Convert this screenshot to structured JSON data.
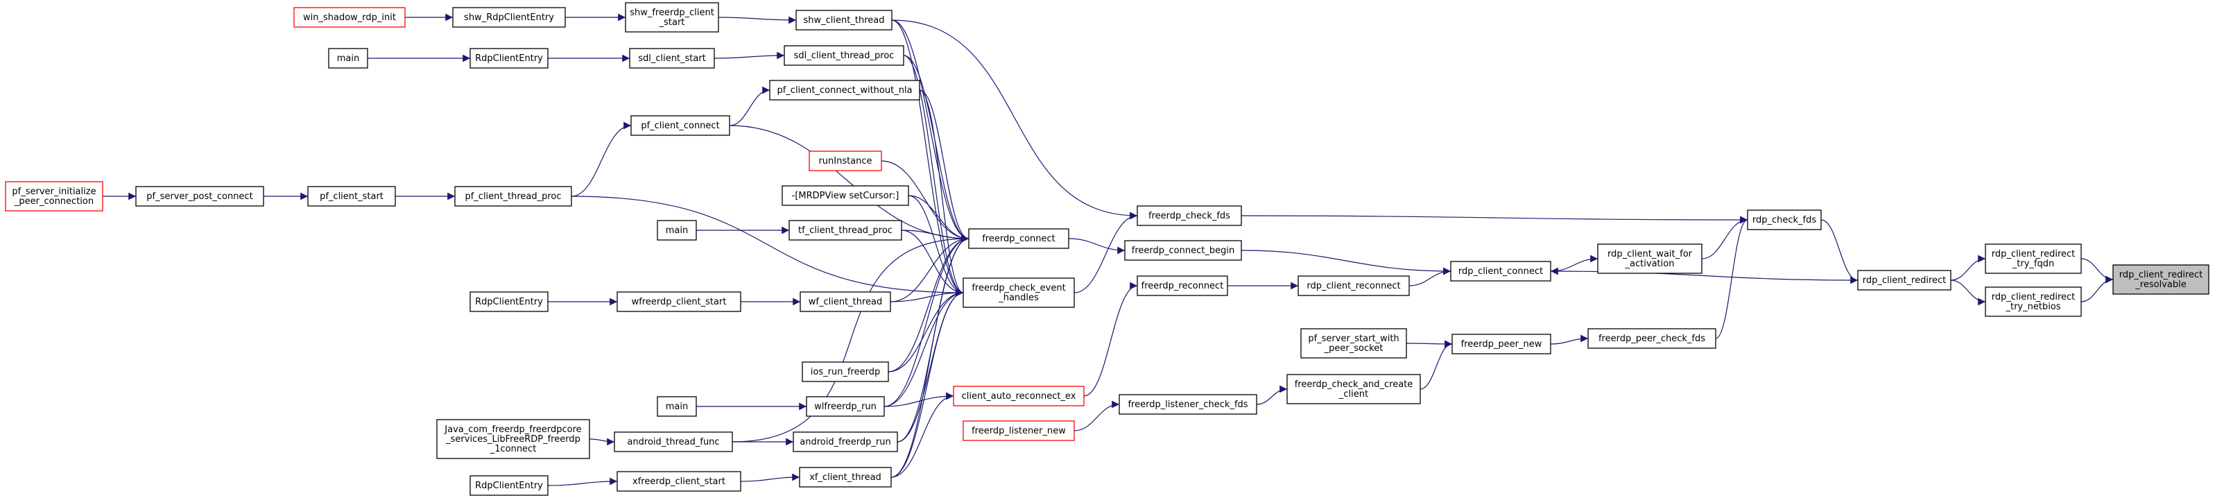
{
  "diagram": {
    "type": "call-graph",
    "colors": {
      "edge": "#191970",
      "node_border": "#000000",
      "truncated_node_border": "#ff0000",
      "current_node_fill": "#bfbfbf",
      "background": "#ffffff"
    },
    "nodes": [
      {
        "id": "n1",
        "lines": [
          "rdp_client_redirect",
          "_resolvable"
        ],
        "style": "current"
      },
      {
        "id": "n2",
        "lines": [
          "rdp_client_redirect",
          "_try_fqdn"
        ]
      },
      {
        "id": "n3",
        "lines": [
          "rdp_client_redirect",
          "_try_netbios"
        ]
      },
      {
        "id": "n4",
        "lines": [
          "rdp_client_redirect"
        ]
      },
      {
        "id": "n5",
        "lines": [
          "rdp_check_fds"
        ]
      },
      {
        "id": "n6",
        "lines": [
          "rdp_client_wait_for",
          "_activation"
        ]
      },
      {
        "id": "n7",
        "lines": [
          "rdp_client_connect"
        ]
      },
      {
        "id": "n8",
        "lines": [
          "freerdp_peer_check_fds"
        ]
      },
      {
        "id": "n9",
        "lines": [
          "freerdp_check_fds"
        ]
      },
      {
        "id": "n10",
        "lines": [
          "freerdp_connect_begin"
        ]
      },
      {
        "id": "n11",
        "lines": [
          "rdp_client_reconnect"
        ]
      },
      {
        "id": "n12",
        "lines": [
          "freerdp_peer_new"
        ]
      },
      {
        "id": "n13",
        "lines": [
          "freerdp_reconnect"
        ]
      },
      {
        "id": "n14",
        "lines": [
          "pf_server_start_with",
          "_peer_socket"
        ]
      },
      {
        "id": "n15",
        "lines": [
          "freerdp_check_and_create",
          "_client"
        ]
      },
      {
        "id": "n16",
        "lines": [
          "freerdp_listener_check_fds"
        ]
      },
      {
        "id": "n17",
        "lines": [
          "freerdp_listener_new"
        ],
        "style": "truncated"
      },
      {
        "id": "n18",
        "lines": [
          "freerdp_connect"
        ]
      },
      {
        "id": "n19",
        "lines": [
          "freerdp_check_event",
          "_handles"
        ]
      },
      {
        "id": "n20",
        "lines": [
          "client_auto_reconnect_ex"
        ],
        "style": "truncated"
      },
      {
        "id": "n21",
        "lines": [
          "shw_client_thread"
        ]
      },
      {
        "id": "n22",
        "lines": [
          "sdl_client_thread_proc"
        ]
      },
      {
        "id": "n23",
        "lines": [
          "pf_client_connect_without_nla"
        ]
      },
      {
        "id": "n24",
        "lines": [
          "runInstance"
        ],
        "style": "truncated"
      },
      {
        "id": "n25",
        "lines": [
          "-[MRDPView setCursor:]"
        ]
      },
      {
        "id": "n26",
        "lines": [
          "tf_client_thread_proc"
        ]
      },
      {
        "id": "n27",
        "lines": [
          "wf_client_thread"
        ]
      },
      {
        "id": "n28",
        "lines": [
          "ios_run_freerdp"
        ]
      },
      {
        "id": "n29",
        "lines": [
          "wlfreerdp_run"
        ]
      },
      {
        "id": "n30",
        "lines": [
          "android_freerdp_run"
        ]
      },
      {
        "id": "n31",
        "lines": [
          "xf_client_thread"
        ]
      },
      {
        "id": "n32",
        "lines": [
          "shw_freerdp_client",
          "_start"
        ]
      },
      {
        "id": "n33",
        "lines": [
          "sdl_client_start"
        ]
      },
      {
        "id": "n34",
        "lines": [
          "pf_client_connect"
        ]
      },
      {
        "id": "n35",
        "lines": [
          "pf_client_thread_proc"
        ]
      },
      {
        "id": "n36",
        "lines": [
          "main"
        ]
      },
      {
        "id": "n37",
        "lines": [
          "wfreerdp_client_start"
        ]
      },
      {
        "id": "n38",
        "lines": [
          "main"
        ]
      },
      {
        "id": "n39",
        "lines": [
          "android_thread_func"
        ]
      },
      {
        "id": "n40",
        "lines": [
          "xfreerdp_client_start"
        ]
      },
      {
        "id": "n41",
        "lines": [
          "shw_RdpClientEntry"
        ]
      },
      {
        "id": "n42",
        "lines": [
          "RdpClientEntry"
        ]
      },
      {
        "id": "n43",
        "lines": [
          "pf_client_start"
        ]
      },
      {
        "id": "n44",
        "lines": [
          "RdpClientEntry"
        ]
      },
      {
        "id": "n45",
        "lines": [
          "Java_com_freerdp_freerdpcore",
          "_services_LibFreeRDP_freerdp",
          "_1connect"
        ]
      },
      {
        "id": "n46",
        "lines": [
          "RdpClientEntry"
        ]
      },
      {
        "id": "n47",
        "lines": [
          "win_shadow_rdp_init"
        ],
        "style": "truncated"
      },
      {
        "id": "n48",
        "lines": [
          "main"
        ]
      },
      {
        "id": "n49",
        "lines": [
          "pf_server_post_connect"
        ]
      },
      {
        "id": "n50",
        "lines": [
          "pf_server_initialize",
          "_peer_connection"
        ],
        "style": "truncated"
      }
    ],
    "edges": [
      [
        "n2",
        "n1"
      ],
      [
        "n3",
        "n1"
      ],
      [
        "n4",
        "n2"
      ],
      [
        "n4",
        "n3"
      ],
      [
        "n5",
        "n4"
      ],
      [
        "n6",
        "n5"
      ],
      [
        "n7",
        "n6"
      ],
      [
        "n4",
        "n7"
      ],
      [
        "n8",
        "n5"
      ],
      [
        "n9",
        "n5"
      ],
      [
        "n10",
        "n7"
      ],
      [
        "n11",
        "n7"
      ],
      [
        "n12",
        "n8"
      ],
      [
        "n13",
        "n11"
      ],
      [
        "n14",
        "n12"
      ],
      [
        "n15",
        "n12"
      ],
      [
        "n16",
        "n15"
      ],
      [
        "n17",
        "n16"
      ],
      [
        "n18",
        "n10"
      ],
      [
        "n19",
        "n9"
      ],
      [
        "n20",
        "n13"
      ],
      [
        "n21",
        "n18"
      ],
      [
        "n22",
        "n18"
      ],
      [
        "n23",
        "n18"
      ],
      [
        "n34",
        "n18"
      ],
      [
        "n24",
        "n18"
      ],
      [
        "n25",
        "n18"
      ],
      [
        "n26",
        "n18"
      ],
      [
        "n27",
        "n18"
      ],
      [
        "n28",
        "n18"
      ],
      [
        "n29",
        "n18"
      ],
      [
        "n30",
        "n18"
      ],
      [
        "n31",
        "n18"
      ],
      [
        "n39",
        "n18"
      ],
      [
        "n21",
        "n19"
      ],
      [
        "n22",
        "n19"
      ],
      [
        "n23",
        "n19"
      ],
      [
        "n25",
        "n19"
      ],
      [
        "n26",
        "n19"
      ],
      [
        "n27",
        "n19"
      ],
      [
        "n28",
        "n19"
      ],
      [
        "n29",
        "n19"
      ],
      [
        "n30",
        "n19"
      ],
      [
        "n31",
        "n19"
      ],
      [
        "n35",
        "n19"
      ],
      [
        "n29",
        "n20"
      ],
      [
        "n31",
        "n20"
      ],
      [
        "n21",
        "n9"
      ],
      [
        "n32",
        "n21"
      ],
      [
        "n33",
        "n22"
      ],
      [
        "n34",
        "n23"
      ],
      [
        "n35",
        "n34"
      ],
      [
        "n36",
        "n26"
      ],
      [
        "n37",
        "n27"
      ],
      [
        "n38",
        "n29"
      ],
      [
        "n39",
        "n30"
      ],
      [
        "n40",
        "n31"
      ],
      [
        "n41",
        "n32"
      ],
      [
        "n42",
        "n33"
      ],
      [
        "n43",
        "n35"
      ],
      [
        "n44",
        "n37"
      ],
      [
        "n45",
        "n39"
      ],
      [
        "n46",
        "n40"
      ],
      [
        "n47",
        "n41"
      ],
      [
        "n48",
        "n42"
      ],
      [
        "n49",
        "n43"
      ],
      [
        "n50",
        "n49"
      ]
    ]
  }
}
